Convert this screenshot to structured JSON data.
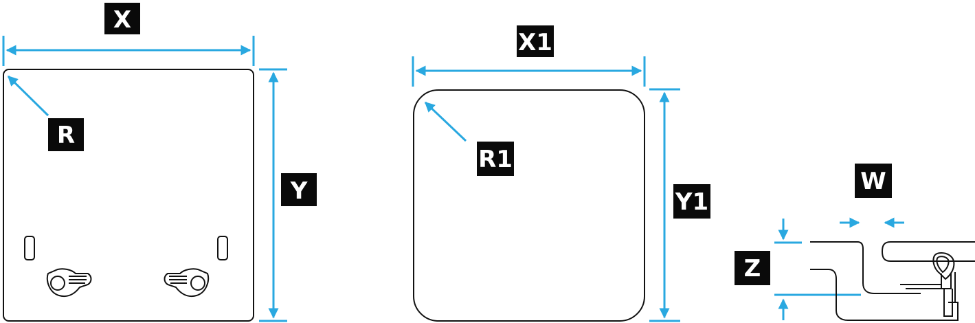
{
  "labels": {
    "x": "X",
    "y": "Y",
    "r": "R",
    "x1": "X1",
    "y1": "Y1",
    "r1": "R1",
    "w": "W",
    "z": "Z"
  },
  "colors": {
    "accent": "#29a8e0",
    "ink": "#111111",
    "label_bg": "#0a0a0a",
    "label_fg": "#ffffff"
  }
}
